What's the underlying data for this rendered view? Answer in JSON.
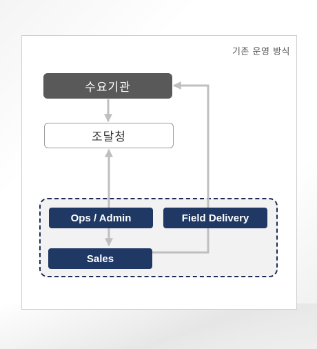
{
  "diagram": {
    "title": "기존 운영 방식",
    "nodes": {
      "demand_agency": "수요기관",
      "procurement": "조달청",
      "ops_admin": "Ops / Admin",
      "field_delivery": "Field Delivery",
      "sales": "Sales"
    },
    "edges": [
      {
        "from": "demand_agency",
        "to": "procurement",
        "type": "one-way"
      },
      {
        "from": "procurement",
        "to": "sales",
        "type": "two-way"
      },
      {
        "from": "sales",
        "to": "demand_agency",
        "type": "one-way"
      }
    ],
    "colors": {
      "dark_box": "#595959",
      "navy": "#1f3864",
      "connector": "#bfbfbf",
      "group_border": "#1c2b55"
    }
  }
}
